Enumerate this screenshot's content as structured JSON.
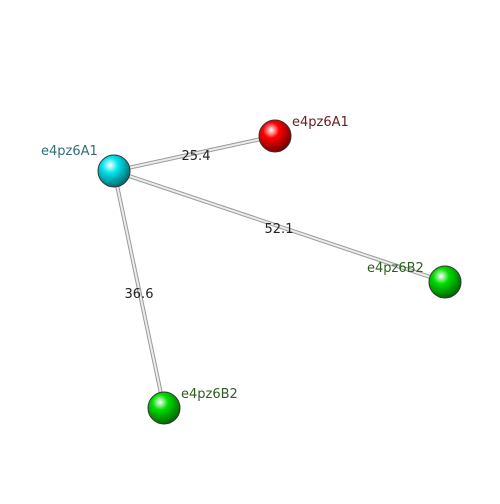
{
  "nodes": [
    {
      "id": "center",
      "label": "e4pz6A1",
      "color": "#00e5ee",
      "label_color": "#2f6f74"
    },
    {
      "id": "red",
      "label": "e4pz6A1",
      "color": "#ff0000",
      "label_color": "#6b2020"
    },
    {
      "id": "right",
      "label": "e4pz6B2",
      "color": "#00dd00",
      "label_color": "#2d5e1e"
    },
    {
      "id": "bottom",
      "label": "e4pz6B2",
      "color": "#00dd00",
      "label_color": "#2d5e1e"
    }
  ],
  "edges": [
    {
      "from": "center",
      "to": "red",
      "label": "25.4"
    },
    {
      "from": "center",
      "to": "right",
      "label": "52.1"
    },
    {
      "from": "center",
      "to": "bottom",
      "label": "36.6"
    }
  ]
}
